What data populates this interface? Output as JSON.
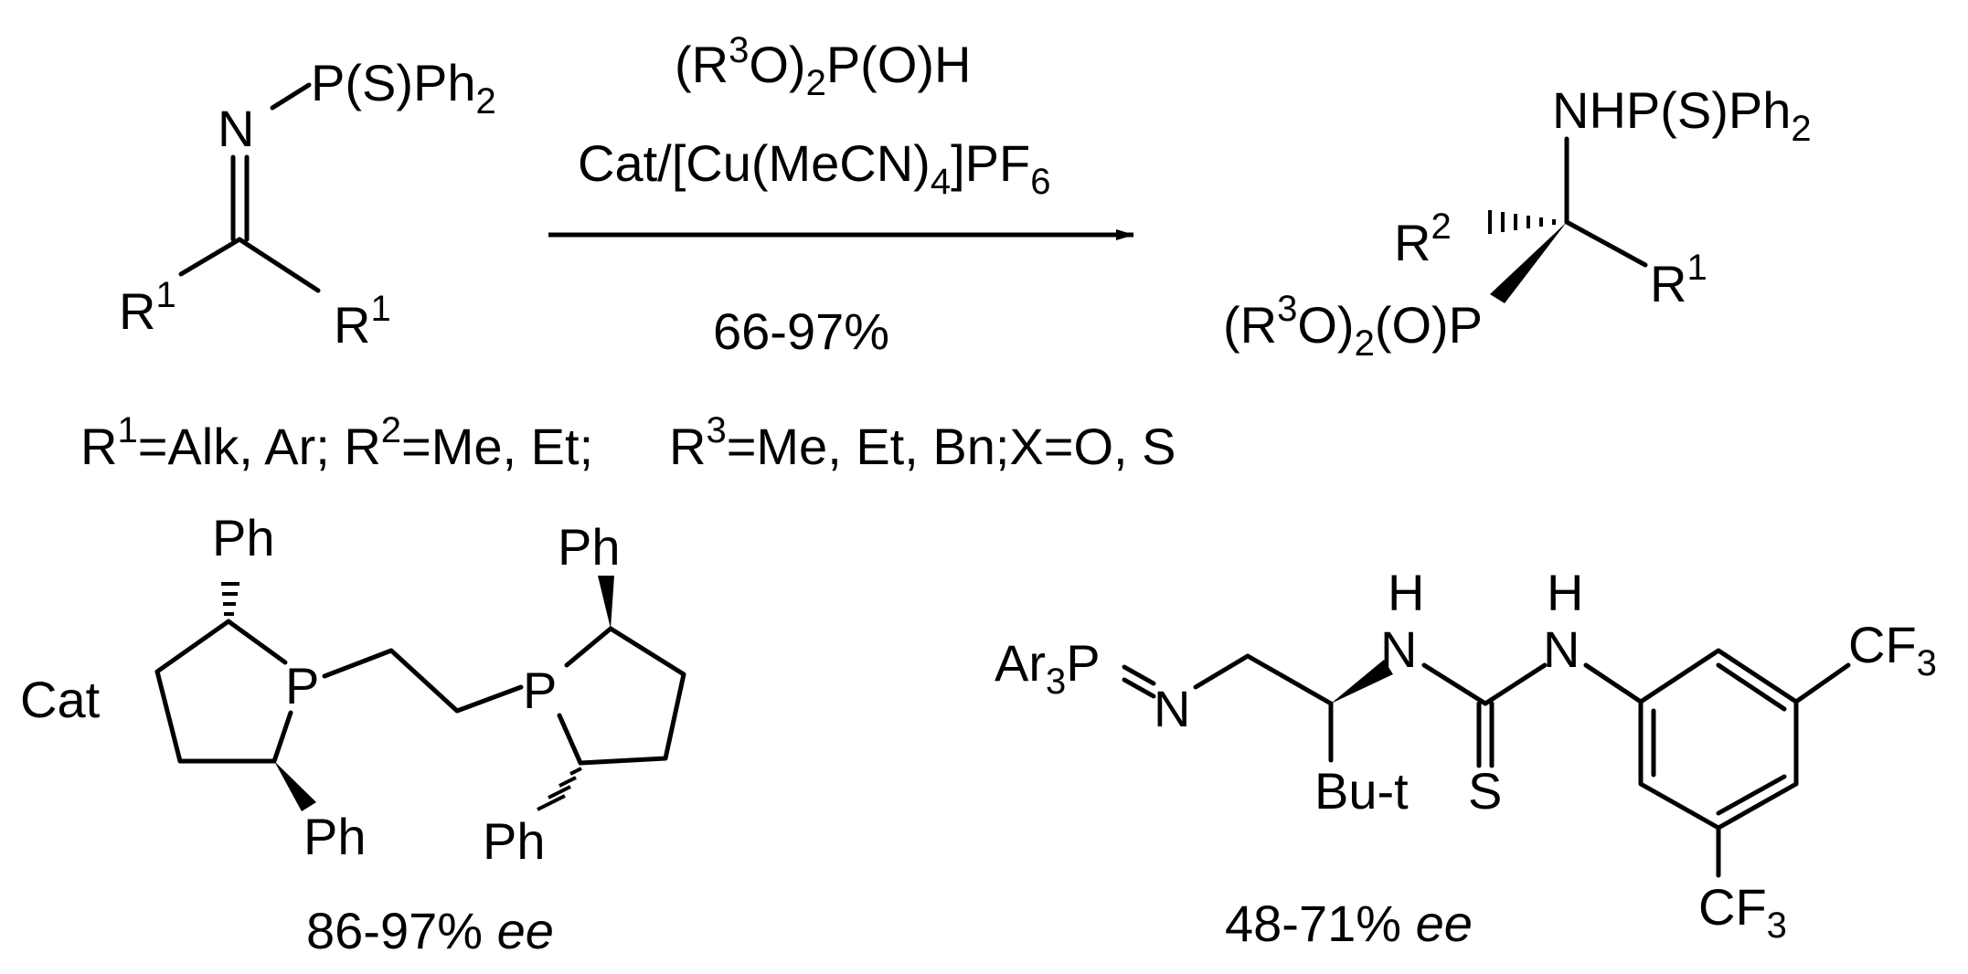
{
  "reactant": {
    "p_group": "P(S)Ph",
    "p_group_sub": "2",
    "n_atom": "N",
    "r_left": "R",
    "r_left_sup": "1",
    "r_right": "R",
    "r_right_sup": "1"
  },
  "arrow": {
    "reagent_prefix": "(R",
    "reagent_sup": "3",
    "reagent_mid": "O)",
    "reagent_sub": "2",
    "reagent_suffix": "P(O)H",
    "catalyst_prefix": "Cat/[Cu(MeCN)",
    "catalyst_sub1": "4",
    "catalyst_mid": "]PF",
    "catalyst_sub2": "6",
    "yield": "66-97%"
  },
  "product": {
    "nh_group": "NHP(S)Ph",
    "nh_group_sub": "2",
    "r2": "R",
    "r2_sup": "2",
    "r1": "R",
    "r1_sup": "1",
    "phos_prefix": "(R",
    "phos_sup": "3",
    "phos_mid": "O)",
    "phos_sub": "2",
    "phos_suffix": "(O)P"
  },
  "conditions": {
    "r1_label": "R",
    "r1_sup": "1",
    "r1_text": "=Alk, Ar; R",
    "r2_sup": "2",
    "r2_text": "=Me, Et;",
    "r3_label": "R",
    "r3_sup": "3",
    "r3_text": "=Me, Et, Bn;X=O, S"
  },
  "catalyst1": {
    "label": "Cat",
    "ph_top_left": "Ph",
    "ph_top_right": "Ph",
    "ph_bottom_left": "Ph",
    "ph_bottom_right": "Ph",
    "p_left": "P",
    "p_right": "P",
    "ee": "86-97% ",
    "ee_italic": "ee"
  },
  "catalyst2": {
    "ar_prefix": "Ar",
    "ar_sub": "3",
    "ar_suffix": "P",
    "n_imine": "N",
    "h1": "H",
    "n1": "N",
    "h2": "H",
    "n2": "N",
    "s_atom": "S",
    "tbu": "Bu-t",
    "cf3_top": "CF",
    "cf3_top_sub": "3",
    "cf3_bottom": "CF",
    "cf3_bottom_sub": "3",
    "ee": "48-71% ",
    "ee_italic": "ee"
  }
}
